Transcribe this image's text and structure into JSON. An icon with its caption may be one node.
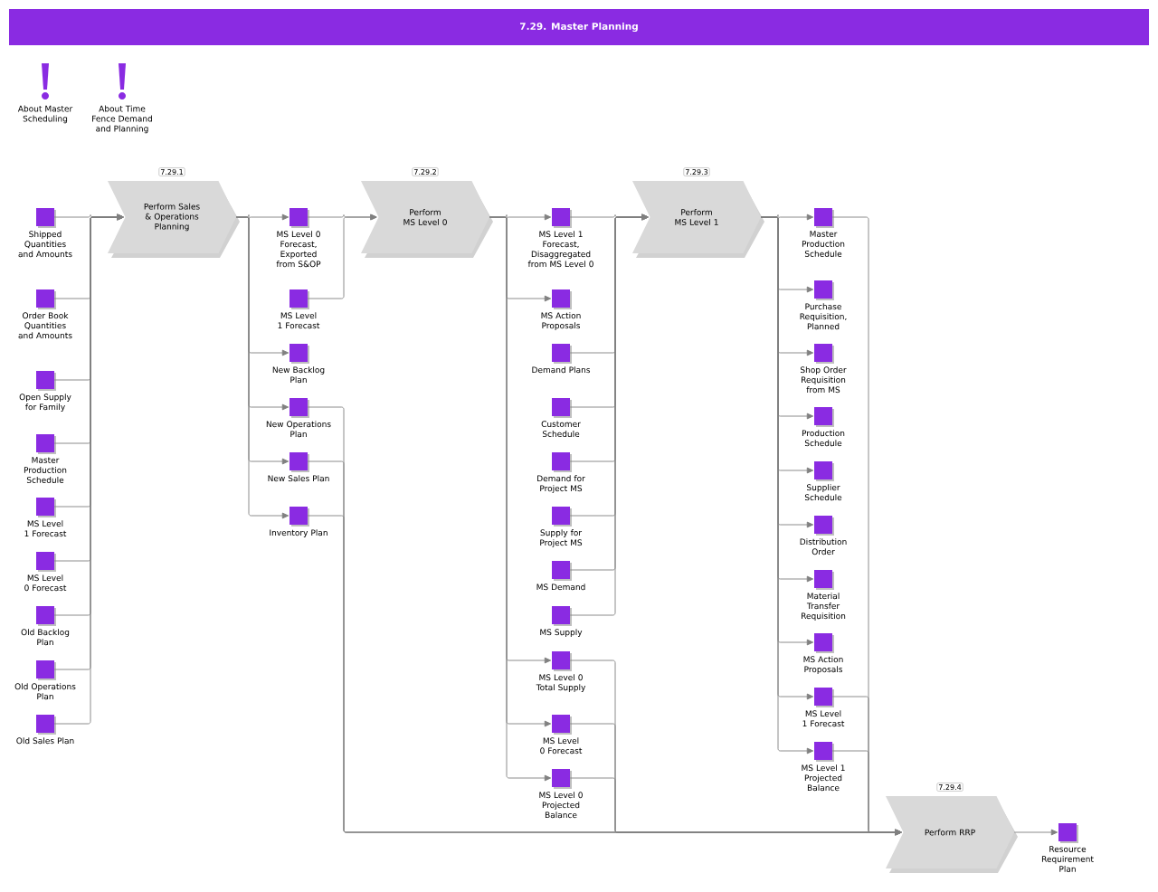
{
  "diagram": {
    "title": "7.29. Master Planning",
    "nodes": [
      {
        "text": [
          "Shipped Quantities and Amounts"
        ]
      },
      {
        "text": [
          "Order Book Quantities and Amounts"
        ]
      },
      {
        "text": [
          "Open Supply for Family"
        ]
      },
      {
        "text": [
          "Master Production Schedule"
        ]
      },
      {
        "text": [
          "MS Level 1 Forecast"
        ]
      },
      {
        "text": [
          "MS Level 0 Forecast"
        ]
      },
      {
        "text": [
          "Old Backlog Plan"
        ]
      },
      {
        "text": [
          "Old Operations Plan"
        ]
      },
      {
        "text": [
          "Old Sales Plan"
        ]
      },
      {
        "text": [
          "Perform Sales & Operations Planning"
        ],
        "beside": [
          "7.29.1"
        ]
      },
      {
        "text": [
          "MS Level 0 Forecast, Exported from S&OP"
        ]
      },
      {
        "text": [
          "MS Level 1 Forecast"
        ]
      },
      {
        "text": [
          "New Backlog Plan"
        ]
      },
      {
        "text": [
          "New Operations Plan"
        ]
      },
      {
        "text": [
          "New Sales Plan"
        ]
      },
      {
        "text": [
          "Inventory Plan"
        ]
      },
      {
        "text": [
          "Perform MS Level 0"
        ],
        "beside": [
          "7.29.2"
        ]
      },
      {
        "text": [
          "MS Level 1 Forecast, Disaggregated from MS Level 0"
        ]
      },
      {
        "text": [
          "MS Action Proposals"
        ]
      },
      {
        "text": [
          "Demand Plans"
        ]
      },
      {
        "text": [
          "Customer Schedule"
        ]
      },
      {
        "text": [
          "Demand for Project MS"
        ]
      },
      {
        "text": [
          "Supply for Project MS"
        ]
      },
      {
        "text": [
          "MS Demand"
        ]
      },
      {
        "text": [
          "MS Supply"
        ]
      },
      {
        "text": [
          "MS Level 0 Total Supply"
        ]
      },
      {
        "text": [
          "MS Level 0 Forecast"
        ]
      },
      {
        "text": [
          "MS Level 0 Projected Balance"
        ]
      },
      {
        "text": [
          "Perform MS Level 1"
        ],
        "beside": [
          "7.29.3"
        ]
      },
      {
        "text": [
          "Master Production Schedule"
        ]
      },
      {
        "text": [
          "Purchase Requisition, Planned"
        ]
      },
      {
        "text": [
          "Shop Order Requisition from MS"
        ]
      },
      {
        "text": [
          "Production Schedule"
        ]
      },
      {
        "text": [
          "Supplier Schedule"
        ]
      },
      {
        "text": [
          "Distribution Order"
        ]
      },
      {
        "text": [
          "Material Transfer Requisition"
        ]
      },
      {
        "text": [
          "MS Action Proposals"
        ]
      },
      {
        "text": [
          "MS Level 1 Forecast"
        ]
      },
      {
        "text": [
          "MS Level 1 Projected Balance"
        ]
      },
      {
        "text": [
          "Perform RRP"
        ],
        "beside": [
          "7.29.4"
        ]
      },
      {
        "text": [
          "Resource Requirement Plan"
        ]
      }
    ],
    "edges": [
      {
        "from": 0,
        "to": 9,
        "arrow": "to"
      },
      {
        "from": 1,
        "to": 9,
        "arrow": "to"
      },
      {
        "from": 2,
        "to": 9,
        "arrow": "to"
      },
      {
        "from": 3,
        "to": 9,
        "arrow": "to"
      },
      {
        "from": 4,
        "to": 9,
        "arrow": "to"
      },
      {
        "from": 5,
        "to": 9,
        "arrow": "to"
      },
      {
        "from": 6,
        "to": 9,
        "arrow": "to"
      },
      {
        "from": 7,
        "to": 9,
        "arrow": "to"
      },
      {
        "from": 8,
        "to": 9,
        "arrow": "to"
      },
      {
        "from": 9,
        "to": 10,
        "arrow": "to"
      },
      {
        "from": 9,
        "to": 12,
        "arrow": "to"
      },
      {
        "from": 9,
        "to": 13,
        "arrow": "to"
      },
      {
        "from": 9,
        "to": 14,
        "arrow": "to"
      },
      {
        "from": 9,
        "to": 15,
        "arrow": "to"
      },
      {
        "from": 10,
        "to": 16,
        "arrow": "to"
      },
      {
        "from": 11,
        "to": 16,
        "arrow": "to"
      },
      {
        "from": 13,
        "to": 39,
        "arrow": "to"
      },
      {
        "from": 14,
        "to": 39,
        "arrow": "to"
      },
      {
        "from": 15,
        "to": 39,
        "arrow": "to"
      },
      {
        "from": 16,
        "to": 17,
        "arrow": "to"
      },
      {
        "from": 16,
        "to": 18,
        "arrow": "to"
      },
      {
        "from": 16,
        "to": 25,
        "arrow": "to"
      },
      {
        "from": 16,
        "to": 26,
        "arrow": "to"
      },
      {
        "from": 16,
        "to": 27,
        "arrow": "to"
      },
      {
        "from": 17,
        "to": 28,
        "arrow": "to"
      },
      {
        "from": 19,
        "to": 28,
        "arrow": "to"
      },
      {
        "from": 20,
        "to": 28,
        "arrow": "to"
      },
      {
        "from": 21,
        "to": 28,
        "arrow": "to"
      },
      {
        "from": 22,
        "to": 28,
        "arrow": "to"
      },
      {
        "from": 23,
        "to": 28,
        "arrow": "to"
      },
      {
        "from": 24,
        "to": 28,
        "arrow": "to"
      },
      {
        "from": 25,
        "to": 39,
        "arrow": "to"
      },
      {
        "from": 26,
        "to": 39,
        "arrow": "to"
      },
      {
        "from": 27,
        "to": 39,
        "arrow": "to"
      },
      {
        "from": 28,
        "to": 29,
        "arrow": "to"
      },
      {
        "from": 28,
        "to": 30,
        "arrow": "to"
      },
      {
        "from": 28,
        "to": 31,
        "arrow": "to"
      },
      {
        "from": 28,
        "to": 32,
        "arrow": "to"
      },
      {
        "from": 28,
        "to": 33,
        "arrow": "to"
      },
      {
        "from": 28,
        "to": 34,
        "arrow": "to"
      },
      {
        "from": 28,
        "to": 35,
        "arrow": "to"
      },
      {
        "from": 28,
        "to": 36,
        "arrow": "to"
      },
      {
        "from": 28,
        "to": 37,
        "arrow": "to"
      },
      {
        "from": 28,
        "to": 38,
        "arrow": "to"
      },
      {
        "from": 29,
        "to": 39,
        "arrow": "to"
      },
      {
        "from": 37,
        "to": 39,
        "arrow": "to"
      },
      {
        "from": 38,
        "to": 39,
        "arrow": "to"
      },
      {
        "from": 39,
        "to": 40,
        "arrow": "to"
      }
    ],
    "labels": [
      "About Master Scheduling",
      "About Time Fence Demand and Planning"
    ]
  }
}
